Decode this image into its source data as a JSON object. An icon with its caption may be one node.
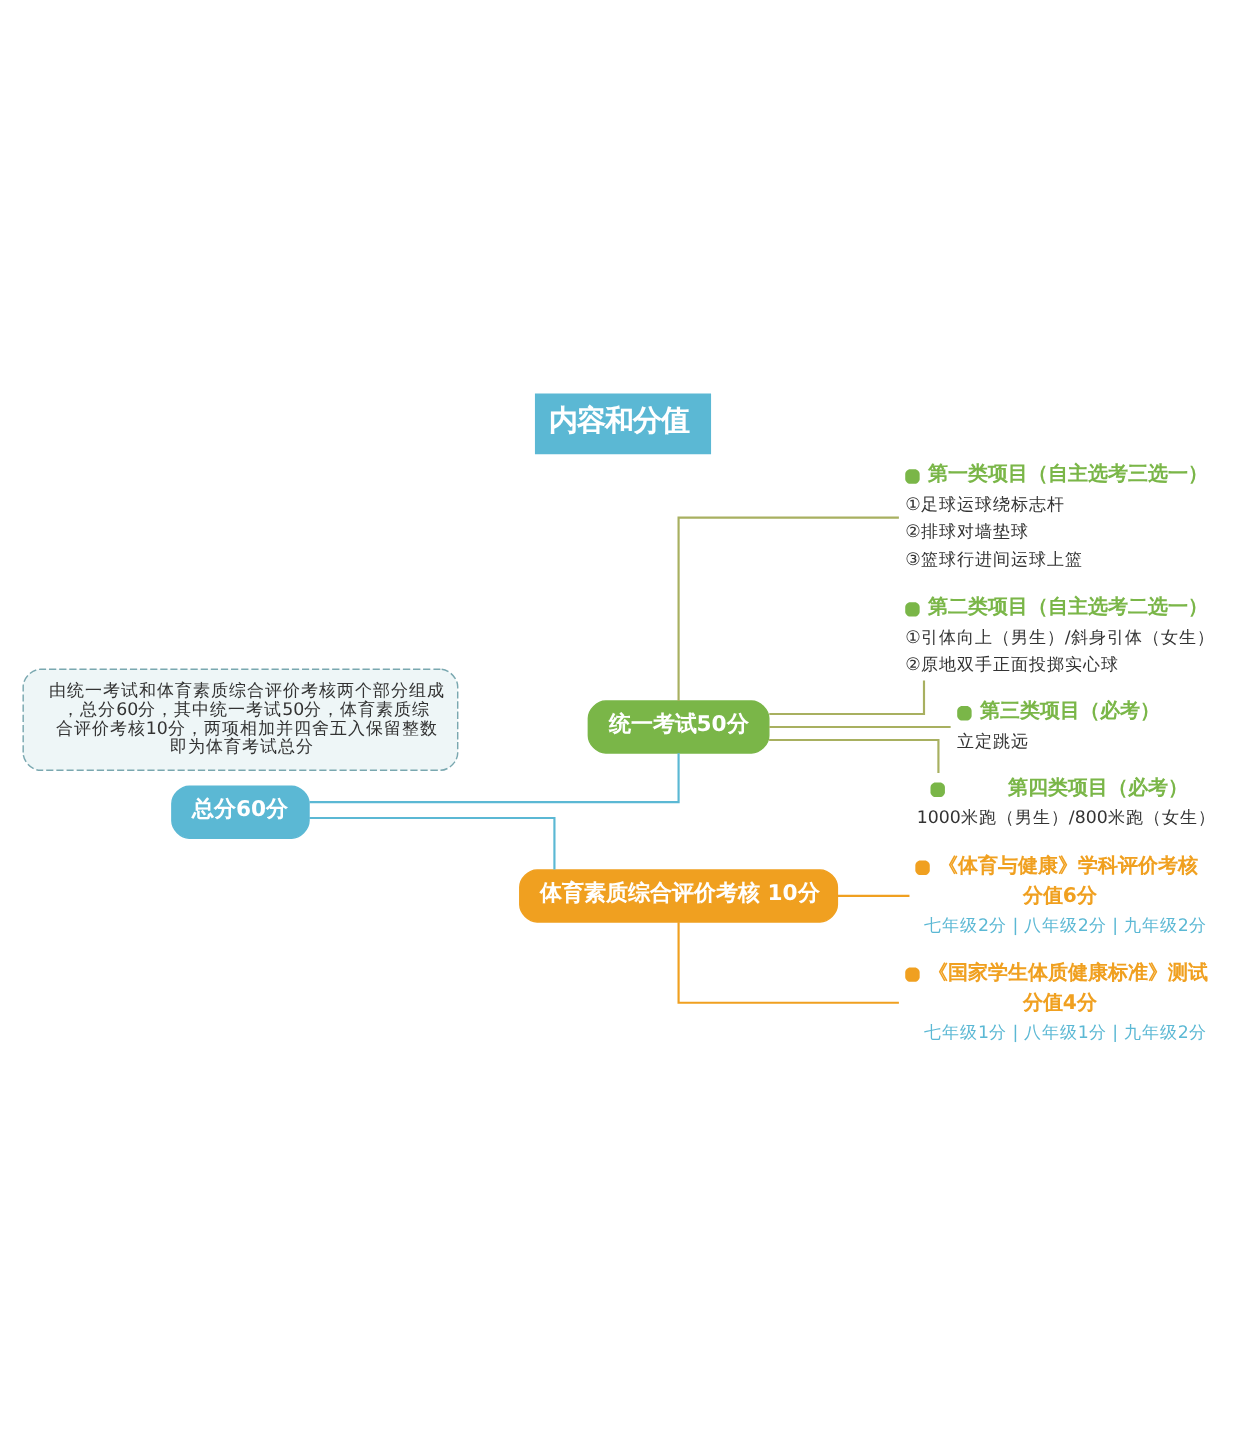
{
  "diagram": {
    "title": "内容和分值",
    "nodes": [
      {
        "text": [
          "由统一考试和体育素质综合评价考核两个部分组成，总分60分，其中统一考试50分，体育素质综合评价考核10分，两项相加并四舍五入保留整数即为体育考试总分"
        ]
      },
      {
        "text": [
          "总分60分"
        ]
      },
      {
        "text": [
          "统一考试50分"
        ]
      },
      {
        "text": [
          "体育素质综合评价考核 10分"
        ]
      },
      {
        "text": [
          "第一类项目（自主选考三选一）",
          "①足球运球绕标志杆",
          "②排球对墙垫球",
          "③篮球行进间运球上篮"
        ]
      },
      {
        "text": [
          "第二类项目（自主选考二选一）",
          "①引体向上（男生）/斜身引体（女生）",
          "②原地双手正面投掷实心球"
        ]
      },
      {
        "text": [
          "第三类项目（必考）",
          "立定跳远"
        ]
      },
      {
        "text": [
          "第四类项目（必考）",
          "1000米跑（男生）/800米跑（女生）"
        ]
      },
      {
        "text": [
          "《体育与健康》学科评价考核",
          "分值6分",
          "七年级2分 | 八年级2分 | 九年级2分"
        ]
      },
      {
        "text": [
          "《国家学生体质健康标准》测试",
          "分值4分",
          "七年级1分 | 八年级1分 | 九年级2分"
        ]
      }
    ],
    "edges": [
      {
        "from": 1,
        "to": 2,
        "arrow": "none",
        "color": "#5bb8d4"
      },
      {
        "from": 1,
        "to": 3,
        "arrow": "none",
        "color": "#5bb8d4"
      },
      {
        "from": 2,
        "to": 4,
        "arrow": "none"
      },
      {
        "from": 2,
        "to": 5,
        "arrow": "none"
      },
      {
        "from": 2,
        "to": 6,
        "arrow": "none"
      },
      {
        "from": 2,
        "to": 7,
        "arrow": "none"
      },
      {
        "from": 3,
        "to": 8,
        "arrow": "none",
        "color": "#f0a020"
      },
      {
        "from": 3,
        "to": 9,
        "arrow": "none",
        "color": "#f0a020"
      }
    ]
  }
}
